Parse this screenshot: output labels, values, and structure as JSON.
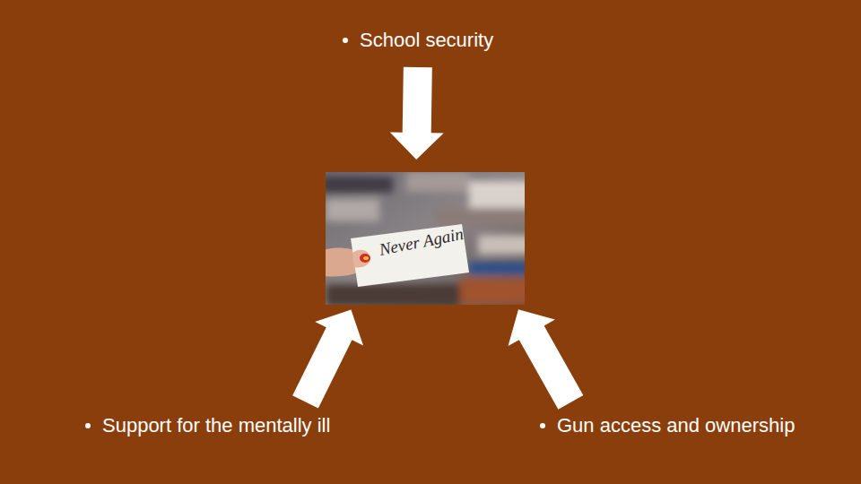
{
  "diagram": {
    "nodes": [
      {
        "text": [
          "School security"
        ]
      },
      {
        "text": [
          "Never Again"
        ]
      },
      {
        "text": [
          "Support for the mentally ill"
        ]
      },
      {
        "text": [
          "Gun access and ownership"
        ]
      }
    ],
    "edges": [
      {
        "from": 0,
        "to": 1,
        "arrow": "to"
      },
      {
        "from": 2,
        "to": 1,
        "arrow": "to"
      },
      {
        "from": 3,
        "to": 1,
        "arrow": "to"
      }
    ]
  }
}
